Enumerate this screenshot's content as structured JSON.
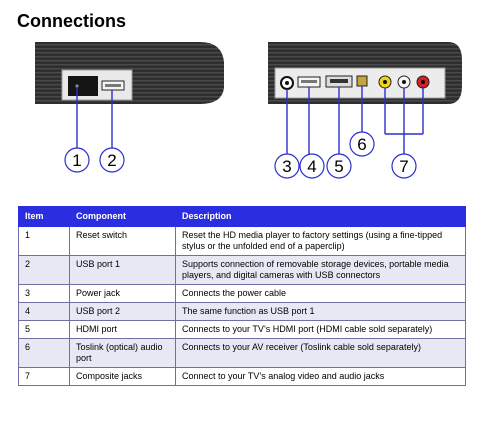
{
  "title": "Connections",
  "callouts": [
    "1",
    "2",
    "3",
    "4",
    "5",
    "6",
    "7"
  ],
  "table": {
    "headers": [
      "Item",
      "Component",
      "Description"
    ],
    "rows": [
      {
        "item": "1",
        "component": "Reset switch",
        "description": "Reset the HD media player to factory settings (using a fine-tipped stylus or the unfolded end of a paperclip)"
      },
      {
        "item": "2",
        "component": "USB port 1",
        "description": "Supports connection of removable storage devices, portable media players, and digital cameras with USB connectors"
      },
      {
        "item": "3",
        "component": "Power jack",
        "description": "Connects the power cable"
      },
      {
        "item": "4",
        "component": "USB port 2",
        "description": "The same function as USB port 1"
      },
      {
        "item": "5",
        "component": "HDMI port",
        "description": "Connects to your TV’s HDMI port (HDMI cable sold separately)"
      },
      {
        "item": "6",
        "component": "Toslink (optical) audio port",
        "description": "Connects to your AV receiver (Toslink cable sold separately)"
      },
      {
        "item": "7",
        "component": "Composite jacks",
        "description": "Connect to your TV’s analog video and audio jacks"
      }
    ]
  },
  "colors": {
    "header_bg": "#2b2ee0",
    "callout_line": "#2a2fd0",
    "row_alt": "#e8e8f5",
    "device": "#3a3a3a"
  }
}
